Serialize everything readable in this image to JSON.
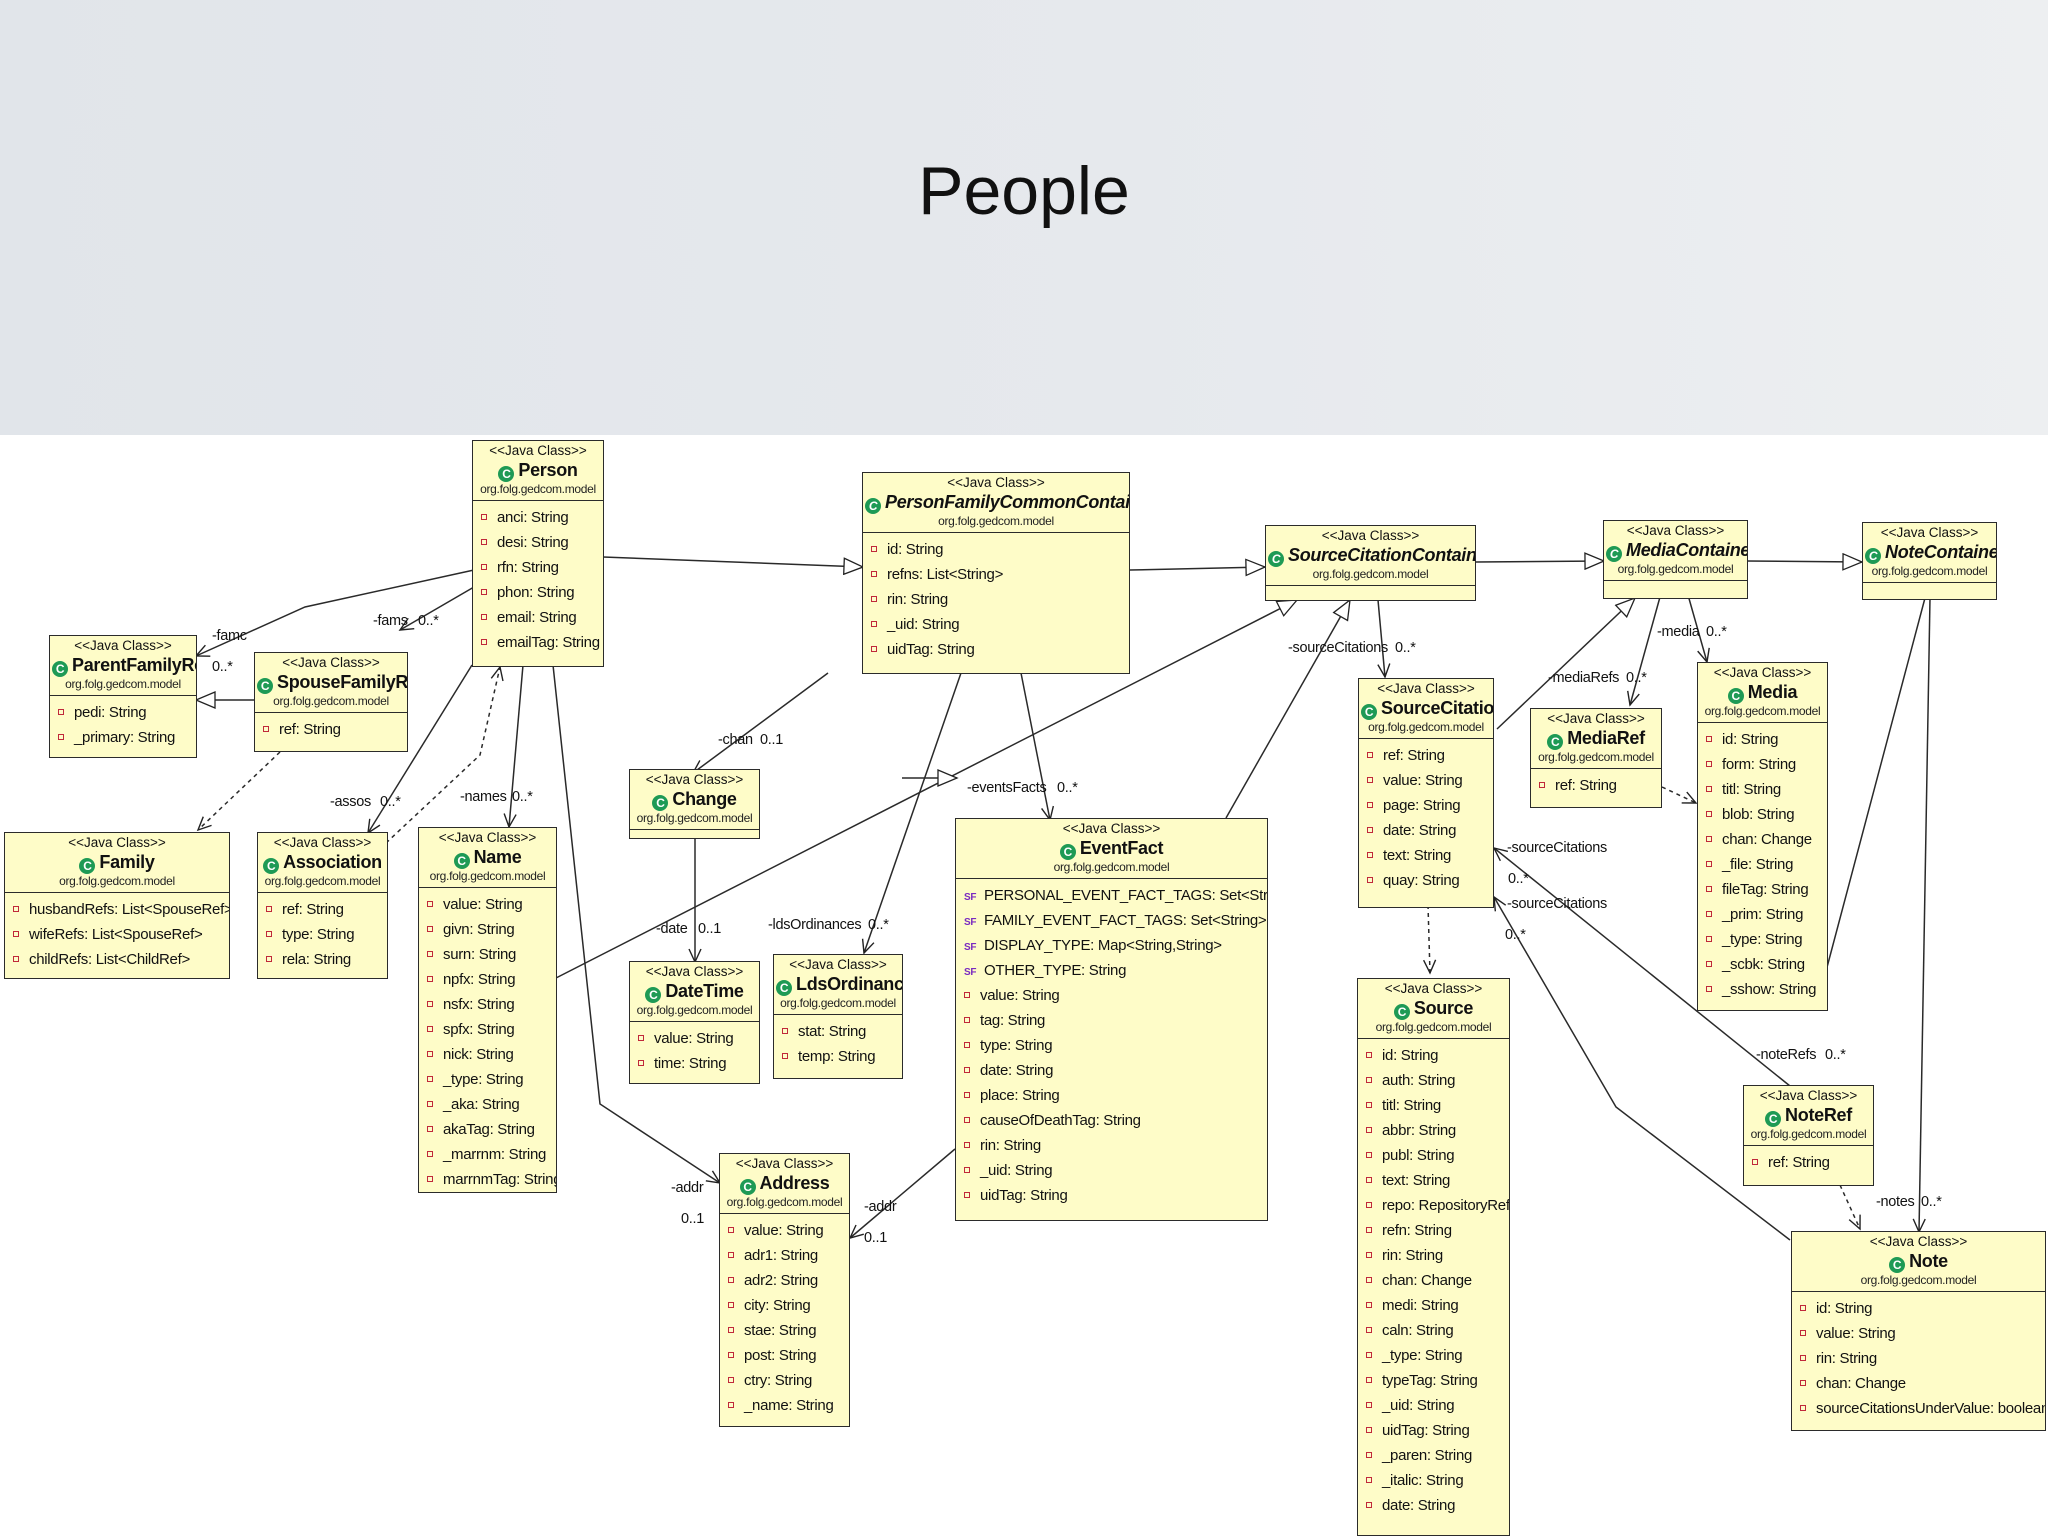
{
  "slide": {
    "title": "People"
  },
  "stereotype": "<<Java Class>>",
  "package": "org.folg.gedcom.model",
  "classes": {
    "person": {
      "name": "Person",
      "attrs": [
        "anci: String",
        "desi: String",
        "rfn: String",
        "phon: String",
        "email: String",
        "emailTag: String"
      ]
    },
    "pfcc": {
      "name": "PersonFamilyCommonContainer",
      "attrs": [
        "id: String",
        "refns: List<String>",
        "rin: String",
        "_uid: String",
        "uidTag: String"
      ]
    },
    "scc": {
      "name": "SourceCitationContainer",
      "attrs": []
    },
    "mediaContainer": {
      "name": "MediaContainer",
      "attrs": []
    },
    "noteContainer": {
      "name": "NoteContainer",
      "attrs": []
    },
    "parentFamilyRef": {
      "name": "ParentFamilyRef",
      "attrs": [
        "pedi: String",
        "_primary: String"
      ]
    },
    "spouseFamilyRef": {
      "name": "SpouseFamilyRef",
      "attrs": [
        "ref: String"
      ]
    },
    "family": {
      "name": "Family",
      "attrs": [
        "husbandRefs: List<SpouseRef>",
        "wifeRefs: List<SpouseRef>",
        "childRefs: List<ChildRef>"
      ]
    },
    "association": {
      "name": "Association",
      "attrs": [
        "ref: String",
        "type: String",
        "rela: String"
      ]
    },
    "name": {
      "name": "Name",
      "attrs": [
        "value: String",
        "givn: String",
        "surn: String",
        "npfx: String",
        "nsfx: String",
        "spfx: String",
        "nick: String",
        "_type: String",
        "_aka: String",
        "akaTag: String",
        "_marrnm: String",
        "marrnmTag: String"
      ]
    },
    "change": {
      "name": "Change",
      "attrs": []
    },
    "dateTime": {
      "name": "DateTime",
      "attrs": [
        "value: String",
        "time: String"
      ]
    },
    "ldsOrdinance": {
      "name": "LdsOrdinance",
      "attrs": [
        "stat: String",
        "temp: String"
      ]
    },
    "eventFact": {
      "name": "EventFact",
      "attrs": [
        "PERSONAL_EVENT_FACT_TAGS: Set<String>",
        "FAMILY_EVENT_FACT_TAGS: Set<String>",
        "DISPLAY_TYPE: Map<String,String>",
        "OTHER_TYPE: String",
        "value: String",
        "tag: String",
        "type: String",
        "date: String",
        "place: String",
        "causeOfDeathTag: String",
        "rin: String",
        "_uid: String",
        "uidTag: String"
      ]
    },
    "address": {
      "name": "Address",
      "attrs": [
        "value: String",
        "adr1: String",
        "adr2: String",
        "city: String",
        "stae: String",
        "post: String",
        "ctry: String",
        "_name: String"
      ]
    },
    "sourceCitation": {
      "name": "SourceCitation",
      "attrs": [
        "ref: String",
        "value: String",
        "page: String",
        "date: String",
        "text: String",
        "quay: String"
      ]
    },
    "mediaRef": {
      "name": "MediaRef",
      "attrs": [
        "ref: String"
      ]
    },
    "media": {
      "name": "Media",
      "attrs": [
        "id: String",
        "form: String",
        "titl: String",
        "blob: String",
        "chan: Change",
        "_file: String",
        "fileTag: String",
        "_prim: String",
        "_type: String",
        "_scbk: String",
        "_sshow: String"
      ]
    },
    "source": {
      "name": "Source",
      "attrs": [
        "id: String",
        "auth: String",
        "titl: String",
        "abbr: String",
        "publ: String",
        "text: String",
        "repo: RepositoryRef",
        "refn: String",
        "rin: String",
        "chan: Change",
        "medi: String",
        "caln: String",
        "_type: String",
        "typeTag: String",
        "_uid: String",
        "uidTag: String",
        "_paren: String",
        "_italic: String",
        "date: String"
      ]
    },
    "noteRef": {
      "name": "NoteRef",
      "attrs": [
        "ref: String"
      ]
    },
    "note": {
      "name": "Note",
      "attrs": [
        "id: String",
        "value: String",
        "rin: String",
        "chan: Change",
        "sourceCitationsUnderValue: boolean"
      ]
    }
  },
  "edge_labels": {
    "famc": "-famc",
    "famc_mult": "0..*",
    "fams": "-fams",
    "fams_mult": "0..*",
    "assos": "-assos",
    "assos_mult": "0..*",
    "names": "-names",
    "names_mult": "0..*",
    "chan": "-chan",
    "chan_mult": "0..1",
    "date": "-date",
    "date_mult": "0..1",
    "lds": "-ldsOrdinances",
    "lds_mult": "0..*",
    "events": "-eventsFacts",
    "events_mult": "0..*",
    "addr1": "-addr",
    "addr1_mult": "0..1",
    "addr2": "-addr",
    "addr2_mult": "0..1",
    "sc_top": "-sourceCitations",
    "sc_top_mult": "0..*",
    "sc_a": "-sourceCitations",
    "sc_a_mult": "0..*",
    "sc_b": "-sourceCitations",
    "sc_b_mult": "0..*",
    "mediaRefs": "-mediaRefs",
    "mediaRefs_mult": "0..*",
    "media": "-media",
    "media_mult": "0..*",
    "noteRefs": "-noteRefs",
    "noteRefs_mult": "0..*",
    "notes": "-notes",
    "notes_mult": "0..*"
  }
}
